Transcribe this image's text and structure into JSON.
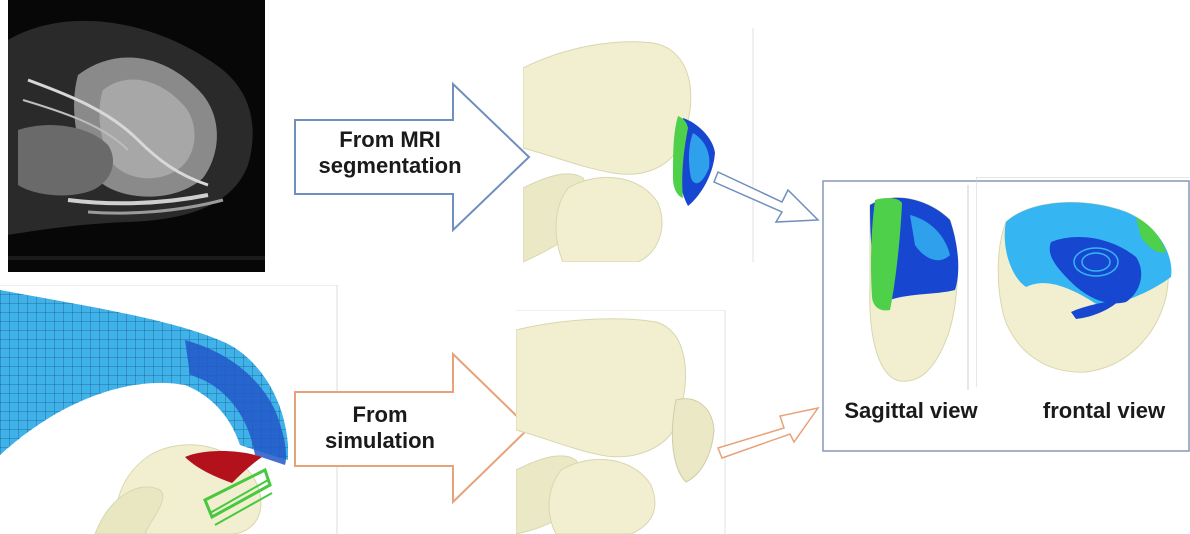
{
  "arrows": {
    "mri": {
      "line1": "From MRI",
      "line2": "segmentation",
      "outline_color": "#6f8fbf"
    },
    "simulation": {
      "line1": "From",
      "line2": "simulation",
      "outline_color": "#e8a27a"
    }
  },
  "result_panel": {
    "sagittal_label": "Sagittal view",
    "frontal_label": "frontal view",
    "frame_color": "#8597b6"
  },
  "colors": {
    "bone": "#f1efcf",
    "bone_edge": "#d9d6b0",
    "cartilage_dark": "#1747d1",
    "cartilage_light": "#35b6f2",
    "mri_green": "#4ed04b",
    "mesh_blue": "#3fb2ea",
    "mesh_line": "#1d5c8c",
    "contact_red": "#b3121d",
    "ligament_green": "#47c83f"
  }
}
